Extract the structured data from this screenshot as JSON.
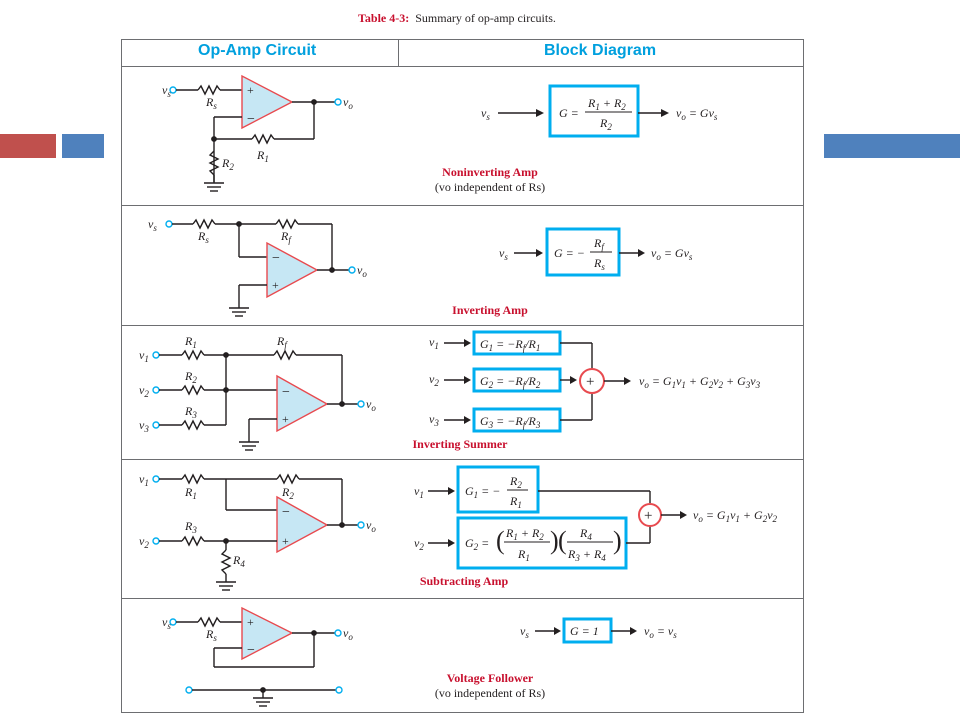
{
  "table_title": {
    "number": "Table 4-3:",
    "text": "Summary of op-amp circuits."
  },
  "headers": {
    "circuit": "Op-Amp Circuit",
    "block": "Block Diagram"
  },
  "rows": [
    {
      "name": "Noninverting Amp",
      "note": "(vo independent of Rs)"
    },
    {
      "name": "Inverting Amp",
      "note": ""
    },
    {
      "name": "Inverting Summer",
      "note": ""
    },
    {
      "name": "Subtracting Amp",
      "note": ""
    },
    {
      "name": "Voltage Follower",
      "note": "(vo independent of Rs)"
    }
  ],
  "colors": {
    "accent_red": "#c0504d",
    "accent_blue": "#4f81bd",
    "header_blue": "#00a0de",
    "caption_red": "#c8102e",
    "opamp_fill": "#c6e7f4",
    "opamp_stroke": "#e84a4f",
    "block_border": "#00aeef"
  }
}
